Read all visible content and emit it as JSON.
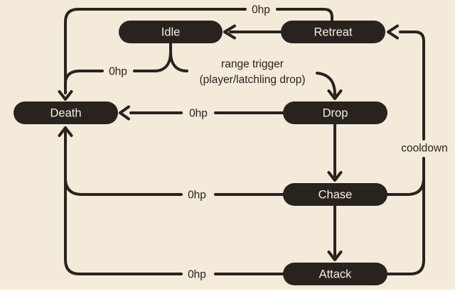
{
  "colors": {
    "background": "#f3ead9",
    "ink": "#28231f",
    "node_fill": "#28231f",
    "node_text": "#f4eee0"
  },
  "diagram": {
    "type": "state-machine",
    "nodes": [
      {
        "id": "idle",
        "label": "Idle"
      },
      {
        "id": "retreat",
        "label": "Retreat"
      },
      {
        "id": "death",
        "label": "Death"
      },
      {
        "id": "drop",
        "label": "Drop"
      },
      {
        "id": "chase",
        "label": "Chase"
      },
      {
        "id": "attack",
        "label": "Attack"
      }
    ],
    "edges": [
      {
        "from": "retreat",
        "to": "idle",
        "label": ""
      },
      {
        "from": "retreat",
        "to": "death",
        "label": "0hp"
      },
      {
        "from": "idle",
        "to": "death",
        "label": "0hp"
      },
      {
        "from": "idle",
        "to": "drop",
        "label": "range trigger (player/latchling drop)",
        "label_lines": [
          "range trigger",
          "(player/latchling drop)"
        ]
      },
      {
        "from": "drop",
        "to": "death",
        "label": "0hp"
      },
      {
        "from": "drop",
        "to": "chase",
        "label": ""
      },
      {
        "from": "chase",
        "to": "death",
        "label": "0hp"
      },
      {
        "from": "chase",
        "to": "attack",
        "label": ""
      },
      {
        "from": "attack",
        "to": "death",
        "label": "0hp"
      },
      {
        "from": "attack",
        "to": "retreat",
        "label": "cooldown"
      },
      {
        "from": "chase",
        "to": "retreat",
        "label": "cooldown",
        "shares_label_with_edge": 9
      }
    ]
  }
}
